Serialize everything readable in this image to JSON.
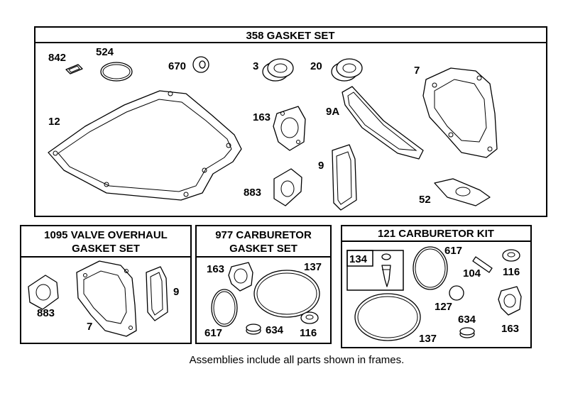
{
  "sets": {
    "gasket_set": {
      "title": "358 GASKET SET",
      "parts": [
        "842",
        "524",
        "670",
        "3",
        "20",
        "7",
        "12",
        "163",
        "9A",
        "9",
        "883",
        "52"
      ]
    },
    "valve_set": {
      "title_line1": "1095 VALVE OVERHAUL",
      "title_line2": "GASKET SET",
      "parts": [
        "883",
        "7",
        "9"
      ]
    },
    "carb_gasket_set": {
      "title_line1": "977 CARBURETOR",
      "title_line2": "GASKET SET",
      "parts": [
        "163",
        "137",
        "617",
        "634",
        "116"
      ]
    },
    "carb_kit": {
      "title": "121 CARBURETOR KIT",
      "parts": [
        "134",
        "617",
        "104",
        "116",
        "127",
        "634",
        "163",
        "137"
      ]
    }
  },
  "footer": "Assemblies include all parts shown in frames."
}
